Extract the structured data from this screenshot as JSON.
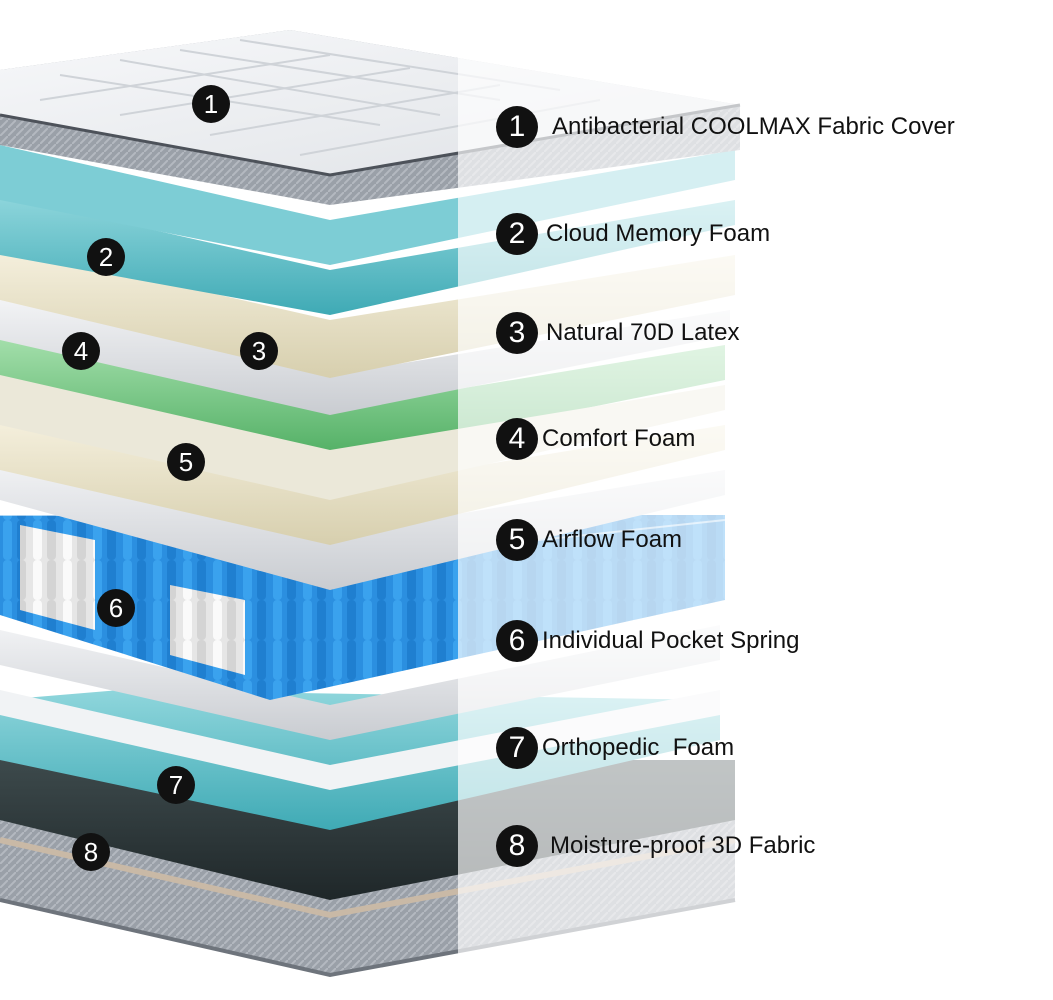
{
  "legend": [
    {
      "num": "1",
      "label": "Antibacterial COOLMAX Fabric Cover"
    },
    {
      "num": "2",
      "label": "Cloud Memory Foam"
    },
    {
      "num": "3",
      "label": "Natural 70D Latex"
    },
    {
      "num": "4",
      "label": "Comfort Foam"
    },
    {
      "num": "5",
      "label": "Airflow Foam"
    },
    {
      "num": "6",
      "label": "Individual Pocket Spring"
    },
    {
      "num": "7",
      "label": "Orthopedic  Foam"
    },
    {
      "num": "8",
      "label": "Moisture-proof 3D Fabric"
    }
  ],
  "markers": [
    "1",
    "2",
    "3",
    "4",
    "5",
    "6",
    "7",
    "8"
  ],
  "colors": {
    "cover": "#eef0f3",
    "cover_edge": "#8c9099",
    "memory_foam": "#6cc6cf",
    "latex": "#efe8d2",
    "comfort": "#e9eaec",
    "airflow_green": "#7fcf8a",
    "airflow_cream": "#ece8d8",
    "spring_blue": "#2b8fe0",
    "spring_white": "#f2f2f2",
    "orthopedic": "#57c1c9",
    "base_dark": "#2f3a3c",
    "fabric_grey": "#9aa0a8",
    "marker": "#111111"
  }
}
